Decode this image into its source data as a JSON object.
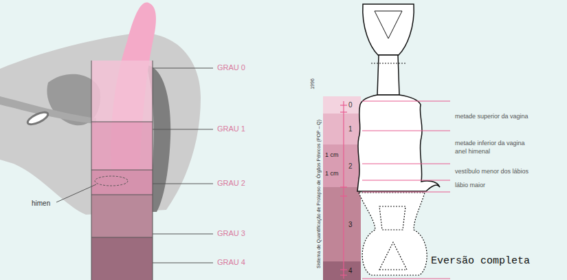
{
  "diagram": {
    "nodes": [
      {
        "text": [
          "0"
        ]
      },
      {
        "text": [
          "1"
        ]
      },
      {
        "text": [
          "2"
        ]
      },
      {
        "text": [
          "3"
        ]
      },
      {
        "text": [
          "4"
        ]
      }
    ],
    "labels": [
      "himen",
      "GRAU 0",
      "GRAU 1",
      "GRAU 2",
      "GRAU 3",
      "GRAU 4",
      "1996",
      "Sistema de Quantificação de Prolapso de Órgãos Pélvicos (POP – Q)",
      "1 cm",
      "1 cm",
      "metade superior da vagina",
      "metade inferior da vagina",
      "anel himenal",
      "vestíbulo menor dos lábios",
      "lábio maior",
      "Eversão completa"
    ]
  }
}
